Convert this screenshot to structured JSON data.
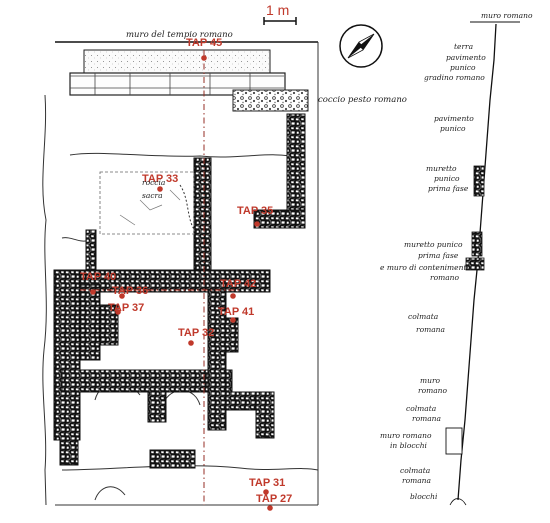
{
  "scale_bar": {
    "label": "1 m"
  },
  "plan_labels": {
    "muro_tempio": "muro del tempio romano",
    "coccio_pesto": "coccio pesto romano",
    "roccia": "roccia",
    "sacra": "sacra"
  },
  "sampling_points": [
    {
      "id": "tap45",
      "label": "TAP 45"
    },
    {
      "id": "tap33",
      "label": "TAP 33"
    },
    {
      "id": "tap35",
      "label": "TAP 35"
    },
    {
      "id": "tap40",
      "label": "TAP 40"
    },
    {
      "id": "tap36",
      "label": "TAP 36"
    },
    {
      "id": "tap37",
      "label": "TAP 37"
    },
    {
      "id": "tap42",
      "label": "TAP 42"
    },
    {
      "id": "tap41",
      "label": "TAP 41"
    },
    {
      "id": "tap32",
      "label": "TAP 32"
    },
    {
      "id": "tap31",
      "label": "TAP 31"
    },
    {
      "id": "tap27",
      "label": "TAP 27"
    }
  ],
  "section_labels": {
    "muro_romano_top": "muro romano",
    "terra": "terra",
    "pavimento_punico_1": "pavimento",
    "pavimento_punico_2": "punico",
    "gradino_romano": "gradino romano",
    "pavimento_punico_b1": "pavimento",
    "pavimento_punico_b2": "punico",
    "muretto_1": "muretto",
    "muretto_2": "punico",
    "muretto_3": "prima fase",
    "muretto_b1": "muretto punico",
    "muretto_b2": "prima fase",
    "contenimento": "e muro di contenimento",
    "contenimento_2": "romano",
    "colmata_1": "colmata",
    "colmata_2": "romana",
    "muro_romano_1": "muro",
    "muro_romano_2": "romano",
    "colmata_b1": "colmata",
    "colmata_b2": "romana",
    "muro_blocchi_1": "muro romano",
    "muro_blocchi_2": "in blocchi",
    "colmata_c1": "colmata",
    "colmata_c2": "romana",
    "blocchi": "blocchi"
  },
  "colors": {
    "marker": "#c0392b",
    "ink": "#222222"
  }
}
